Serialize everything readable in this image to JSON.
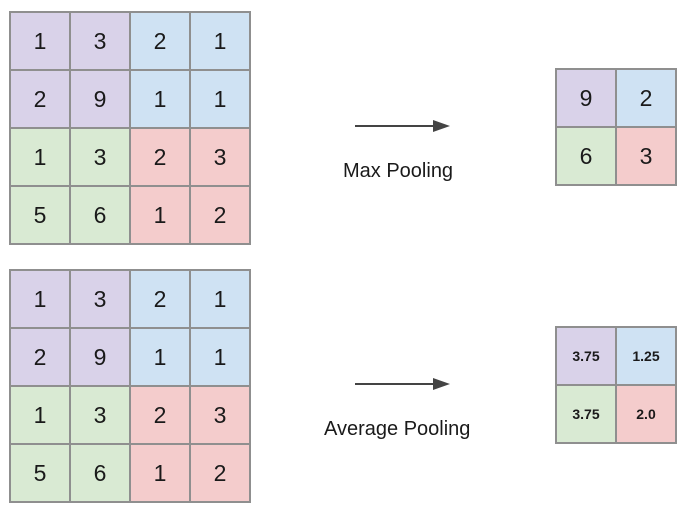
{
  "colors": {
    "top_left": "#d9d2e9",
    "top_right": "#cfe2f3",
    "bottom_left": "#d9ead3",
    "bottom_right": "#f4cccc",
    "border": "#8f8f8f",
    "arrow": "#444444"
  },
  "input_matrix": [
    [
      "1",
      "3",
      "2",
      "1"
    ],
    [
      "2",
      "9",
      "1",
      "1"
    ],
    [
      "1",
      "3",
      "2",
      "3"
    ],
    [
      "5",
      "6",
      "1",
      "2"
    ]
  ],
  "max_pooling": {
    "label": "Max Pooling",
    "output": [
      [
        "9",
        "2"
      ],
      [
        "6",
        "3"
      ]
    ]
  },
  "average_pooling": {
    "label": "Average Pooling",
    "output": [
      [
        "3.75",
        "1.25"
      ],
      [
        "3.75",
        "2.0"
      ]
    ]
  }
}
